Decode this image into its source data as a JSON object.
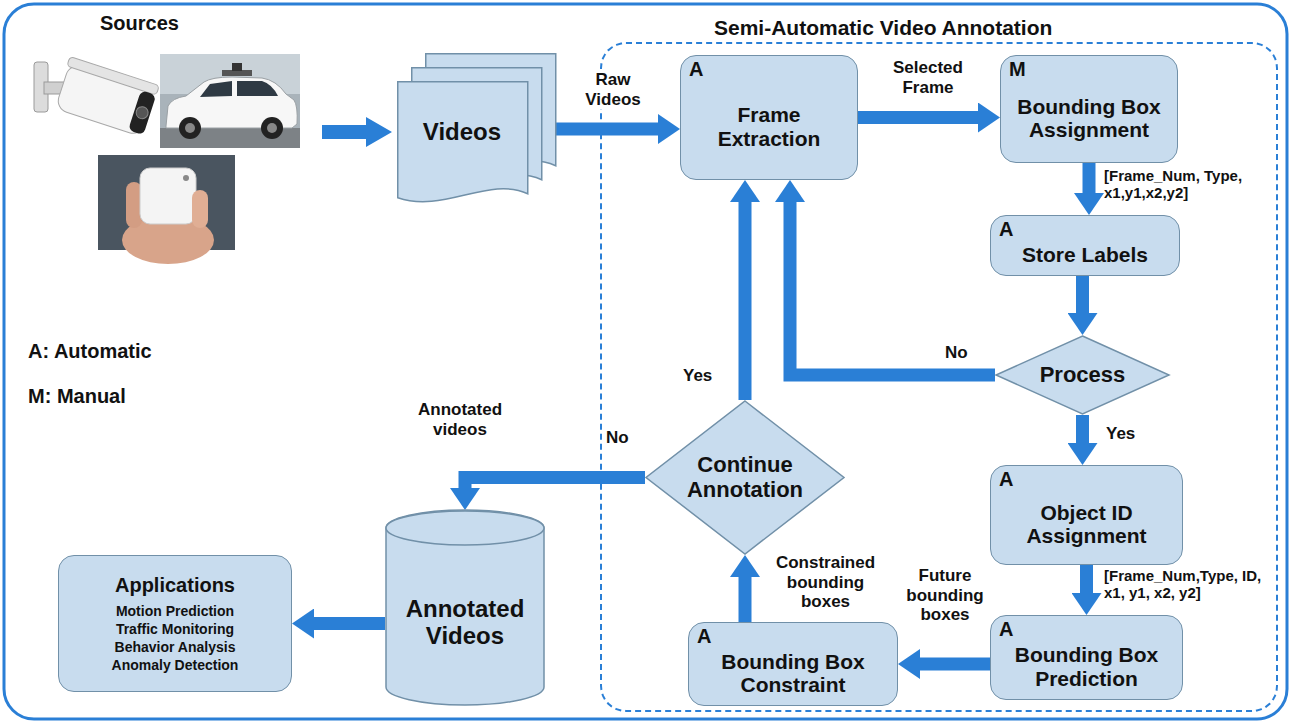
{
  "diagram": {
    "nodes": [
      {
        "text": [
          "Videos"
        ]
      },
      {
        "text": [
          "Semi-Automatic Video Annotation"
        ]
      },
      {
        "text": [
          "A",
          "Frame Extraction"
        ],
        "in": 1
      },
      {
        "text": [
          "M",
          "Bounding Box Assignment"
        ],
        "in": 1
      },
      {
        "text": [
          "A",
          "Store Labels"
        ],
        "in": 1
      },
      {
        "text": [
          "Process"
        ],
        "in": 1
      },
      {
        "text": [
          "A",
          "Object ID Assignment"
        ],
        "in": 1
      },
      {
        "text": [
          "A",
          "Bounding Box Prediction"
        ],
        "in": 1
      },
      {
        "text": [
          "A",
          "Bounding Box Constraint"
        ],
        "in": 1
      },
      {
        "text": [
          "Continue Annotation"
        ],
        "in": 1
      },
      {
        "text": [
          "Annotated Videos"
        ]
      },
      {
        "text": [
          "Applications",
          "Motion Prediction",
          "Traffic Monitoring",
          "Behavior Analysis",
          "Anomaly Detection"
        ]
      }
    ],
    "edges": [
      {
        "from": 0,
        "to": 2,
        "arrow": "to",
        "label": "Raw Videos"
      },
      {
        "from": 2,
        "to": 3,
        "arrow": "to",
        "label": "Selected Frame"
      },
      {
        "from": 3,
        "to": 4,
        "arrow": "to",
        "label": "[Frame_Num, Type, x1,y1,x2,y2]"
      },
      {
        "from": 4,
        "to": 5,
        "arrow": "to"
      },
      {
        "from": 5,
        "to": 2,
        "arrow": "to",
        "label": "No"
      },
      {
        "from": 5,
        "to": 6,
        "arrow": "to",
        "label": "Yes"
      },
      {
        "from": 6,
        "to": 7,
        "arrow": "to",
        "label": "[Frame_Num,Type, ID, x1, y1, x2, y2]"
      },
      {
        "from": 7,
        "to": 8,
        "arrow": "to",
        "label": "Future bounding boxes"
      },
      {
        "from": 8,
        "to": 9,
        "arrow": "to",
        "label": "Constrained bounding boxes"
      },
      {
        "from": 9,
        "to": 2,
        "arrow": "to",
        "label": "Yes"
      },
      {
        "from": 9,
        "to": 10,
        "arrow": "to",
        "label": "No"
      },
      {
        "from": 10,
        "to": 11,
        "arrow": "to"
      }
    ],
    "labels": [
      "Sources",
      "A: Automatic",
      "M: Manual",
      "Annotated videos"
    ]
  }
}
